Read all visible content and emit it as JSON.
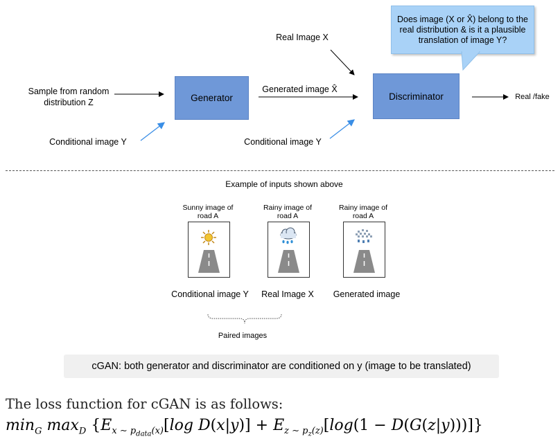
{
  "diagram": {
    "sample_label": "Sample from random distribution Z",
    "generator_label": "Generator",
    "conditional_label_left": "Conditional image Y",
    "real_image_label": "Real Image X",
    "generated_label": "Generated image X̂",
    "discriminator_label": "Discriminator",
    "conditional_label_right": "Conditional image Y",
    "output_label": "Real /fake",
    "callout_text": "Does image (X or X̂) belong to the real distribution & is it a plausible translation of image Y?",
    "colors": {
      "box": "#6f98d8",
      "callout": "#a9d2f7",
      "blue_arrow": "#3a8ee6"
    }
  },
  "example": {
    "heading": "Example of inputs shown above",
    "images": [
      {
        "top": "Sunny image of road A",
        "bottom": "Conditional image Y",
        "icon": "sun-icon"
      },
      {
        "top": "Rainy image of road A",
        "bottom": "Real Image X",
        "icon": "rain-cloud-icon"
      },
      {
        "top": "Rainy image of road A",
        "bottom": "Generated image",
        "icon": "pixelated-rain-cloud-icon"
      }
    ],
    "paired_label": "Paired images"
  },
  "caption": "cGAN: both generator and discriminator are conditioned on y (image to be translated)",
  "loss": {
    "intro": "The loss function for cGAN is as follows:"
  }
}
